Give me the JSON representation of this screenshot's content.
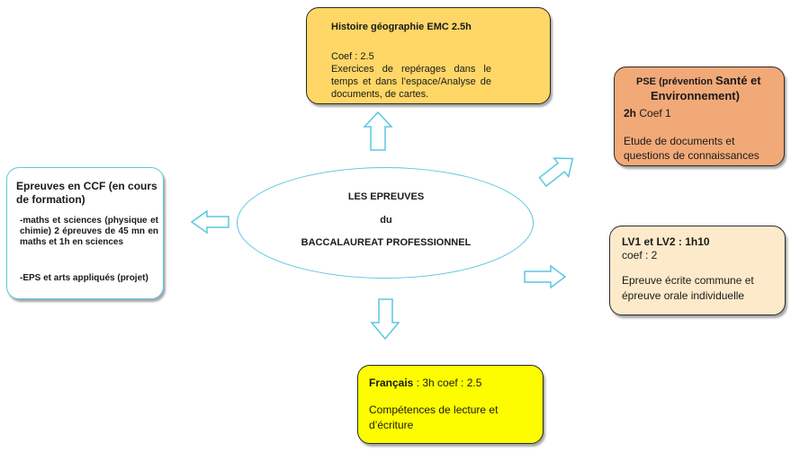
{
  "center": {
    "line1": "LES EPREUVES",
    "line2": "du",
    "line3": "BACCALAUREAT PROFESSIONNEL"
  },
  "histoire": {
    "title": "Histoire géographie EMC 2.5h",
    "coef": "Coef : 2.5",
    "desc": "Exercices de repérages dans le temps et dans l’espace/Analyse de documents, de cartes."
  },
  "pse": {
    "line1_a": "PSE (prévention ",
    "line1_b": "Santé et",
    "line2": "Environnement)",
    "duration": "2h",
    "coef": " Coef 1",
    "desc": "Etude de documents et questions de connaissances"
  },
  "ccf": {
    "title": "Epreuves en CCF (en cours de formation)",
    "item1": "-maths et sciences (physique et chimie) 2 épreuves de 45 mn en maths et 1h en sciences",
    "item2": "-EPS et arts appliqués (projet)"
  },
  "lv": {
    "title": "LV1 et LV2 : 1h10",
    "coef": "coef : 2",
    "desc": "Epreuve écrite commune et épreuve orale individuelle"
  },
  "francais": {
    "title_bold": "Français",
    "title_rest": " : 3h coef : 2.5",
    "desc": "Compétences de lecture et d’écriture"
  },
  "colors": {
    "histoire": "#fed767",
    "pse": "#f2a978",
    "lv": "#fdeacb",
    "francais": "#fdfd00",
    "ccf_border": "#5bc7e0",
    "arrow_stroke": "#5bc7e0"
  }
}
